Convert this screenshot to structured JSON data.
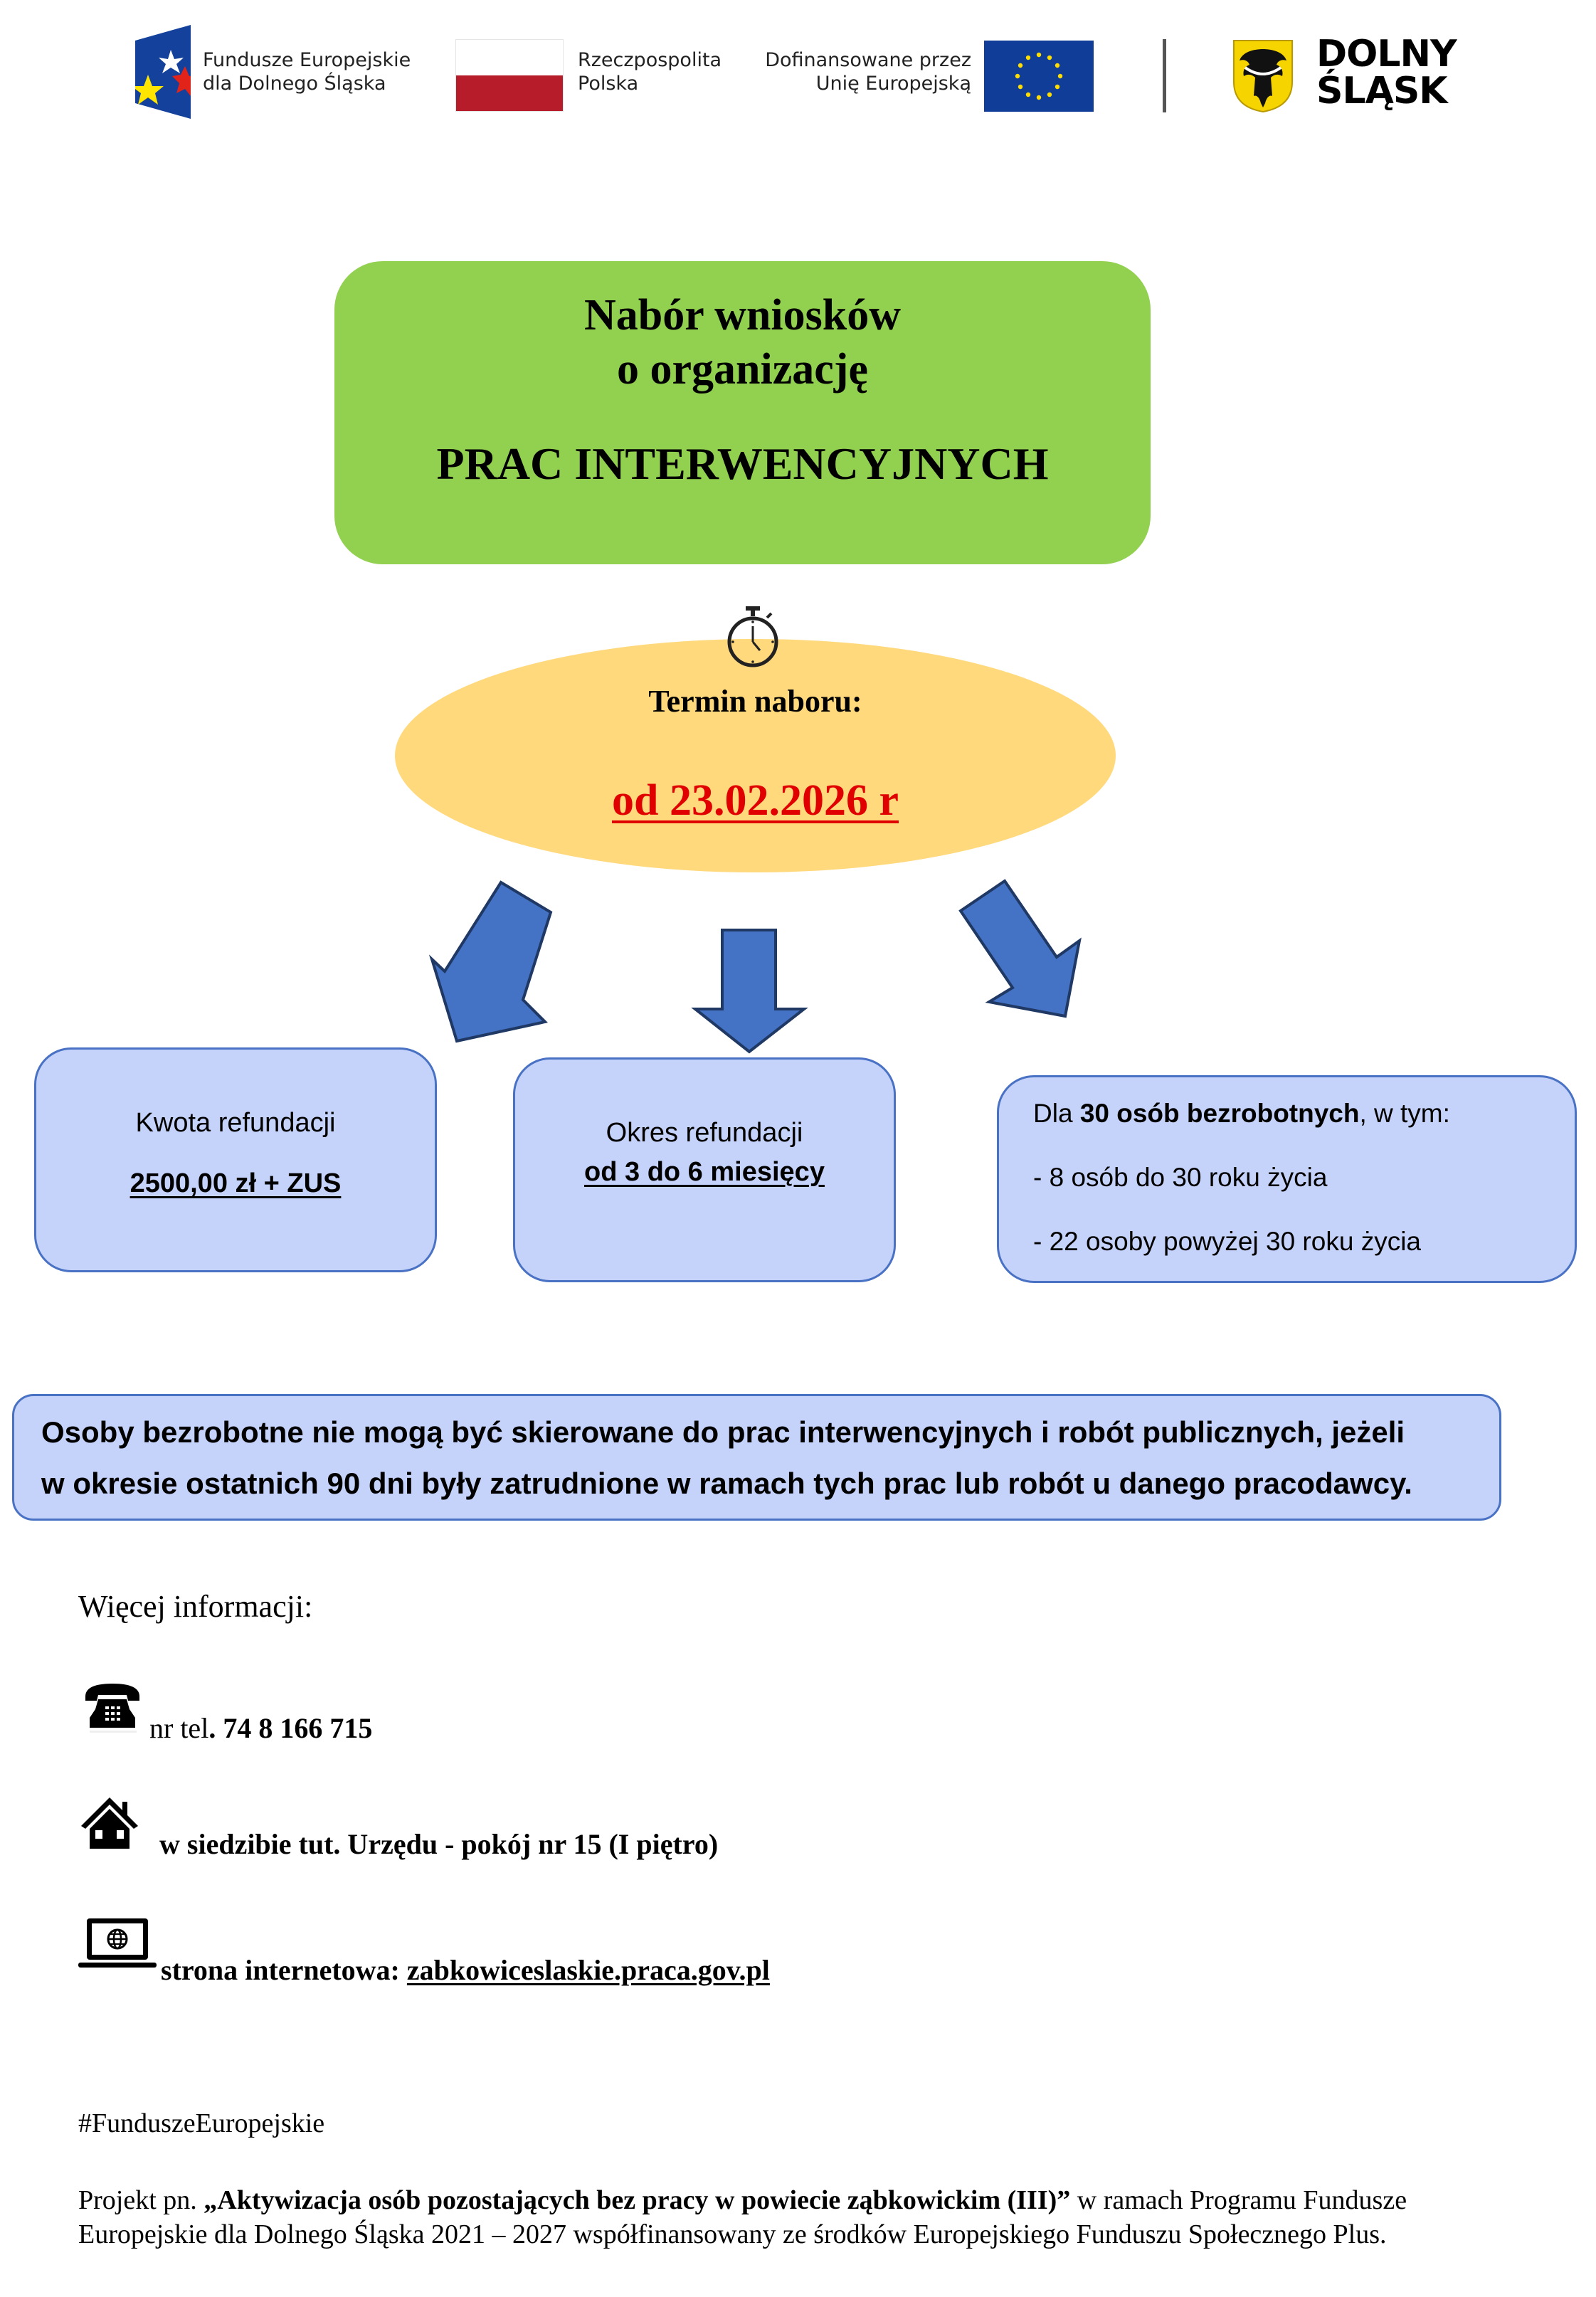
{
  "logos": {
    "fe": {
      "line1": "Fundusze Europejskie",
      "line2": "dla Dolnego Śląska",
      "icon": "fe-logo-icon"
    },
    "rp": {
      "line1": "Rzeczpospolita",
      "line2": "Polska",
      "icon": "polish-flag-icon"
    },
    "eu": {
      "line1": "Dofinansowane przez",
      "line2": "Unię Europejską",
      "icon": "eu-flag-icon"
    },
    "ds": {
      "line1": "DOLNY",
      "line2": "ŚLĄSK",
      "icon": "coat-of-arms-icon"
    }
  },
  "title": {
    "line1": "Nabór wniosków",
    "line2": "o organizację",
    "line3": "PRAC INTERWENCYJNYCH",
    "color": "#92d050"
  },
  "deadline": {
    "label": "Termin naboru:",
    "date": "od 23.02.2026 r",
    "date_color": "#e00000",
    "icon": "stopwatch-icon",
    "bg_color": "#ffd97c"
  },
  "info_boxes": [
    {
      "label": "Kwota refundacji",
      "value": "2500,00 zł + ZUS"
    },
    {
      "label": "Okres refundacji",
      "value": "od 3 do 6 miesięcy"
    },
    {
      "intro_pre": "Dla ",
      "intro_bold": "30 osób bezrobotnych",
      "intro_post": ", w tym:",
      "items": [
        "- 8 osób do 30 roku życia",
        "- 22 osoby powyżej 30 roku życia"
      ]
    }
  ],
  "notice": {
    "line1": "Osoby bezrobotne nie mogą być skierowane do prac interwencyjnych i robót publicznych, jeżeli",
    "line2": "w okresie ostatnich 90 dni były zatrudnione w ramach tych prac lub robót u danego pracodawcy."
  },
  "contact": {
    "heading": "Więcej informacji:",
    "phone_prefix": "nr tel",
    "phone_number": ". 74 8 166 715",
    "office": "w siedzibie tut. Urzędu - pokój  nr 15 (I piętro)",
    "web_label": "strona internetowa: ",
    "web_url": "zabkowiceslaskie.praca.gov.pl"
  },
  "footer": {
    "hashtag": "#FunduszeEuropejskie",
    "prefix": "Projekt pn. ",
    "project_name": "„Aktywizacja osób pozostających bez pracy w powiecie ząbkowickim (III)”",
    "suffix": " w ramach Programu Fundusze Europejskie dla Dolnego Śląska 2021 – 2027 współfinansowany ze środków Europejskiego Funduszu Społecznego Plus."
  }
}
